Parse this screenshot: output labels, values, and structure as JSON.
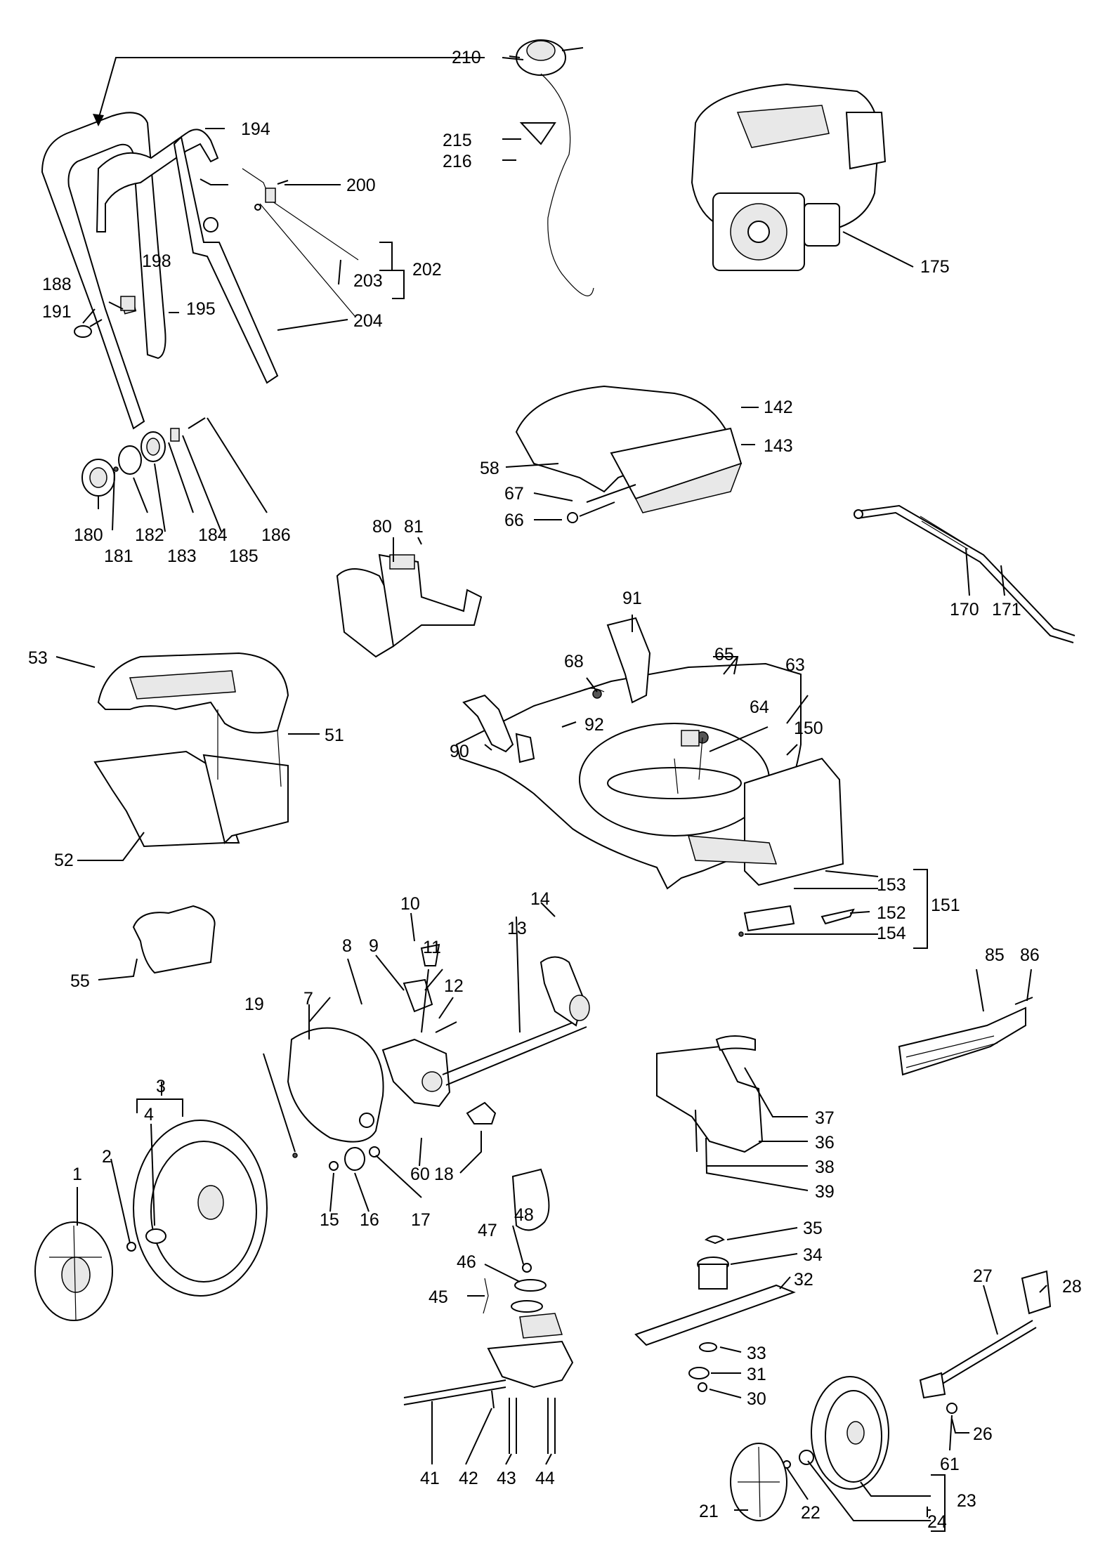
{
  "labels": [
    "1",
    "2",
    "3",
    "4",
    "7",
    "8",
    "9",
    "10",
    "11",
    "12",
    "13",
    "14",
    "15",
    "16",
    "17",
    "18",
    "19",
    "21",
    "22",
    "23",
    "24",
    "26",
    "27",
    "28",
    "30",
    "31",
    "32",
    "33",
    "34",
    "35",
    "36",
    "37",
    "38",
    "39",
    "41",
    "42",
    "43",
    "44",
    "45",
    "46",
    "47",
    "48",
    "51",
    "52",
    "53",
    "55",
    "58",
    "60",
    "61",
    "63",
    "64",
    "65",
    "66",
    "67",
    "68",
    "80",
    "81",
    "85",
    "86",
    "90",
    "91",
    "92",
    "142",
    "143",
    "150",
    "151",
    "152",
    "153",
    "154",
    "170",
    "171",
    "175",
    "180",
    "181",
    "182",
    "183",
    "184",
    "185",
    "186",
    "188",
    "191",
    "194",
    "195",
    "198",
    "200",
    "202",
    "203",
    "204",
    "210",
    "215",
    "216"
  ]
}
